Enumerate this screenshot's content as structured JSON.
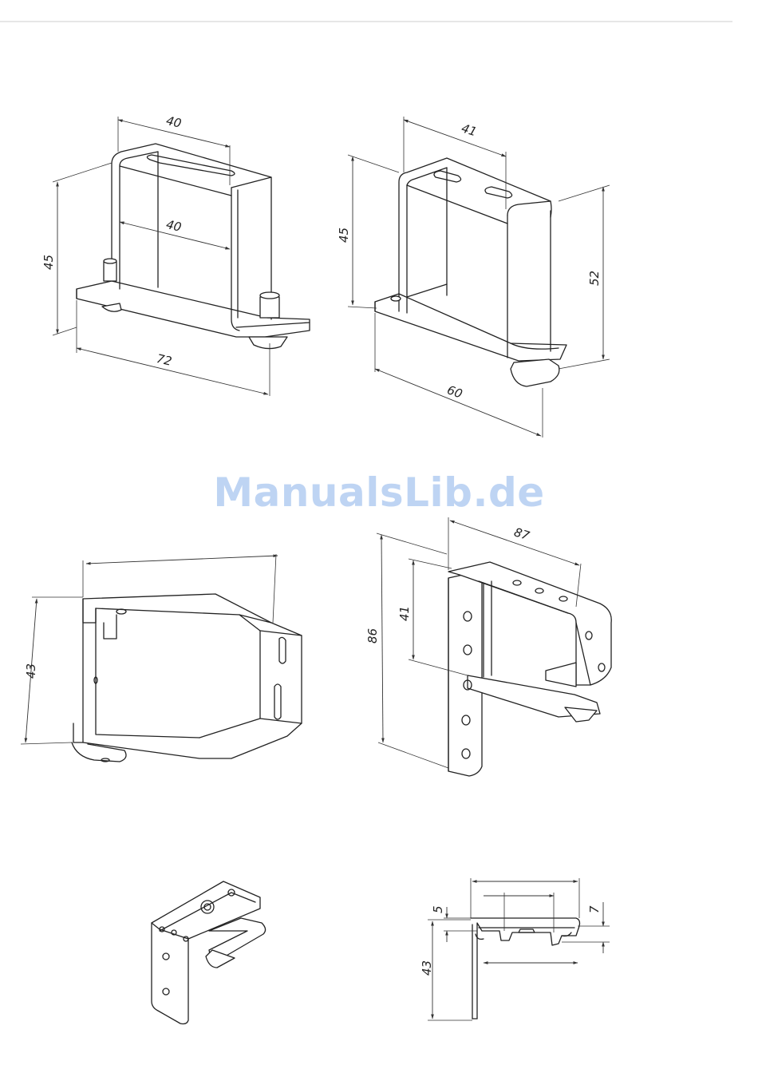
{
  "watermark": {
    "text": "ManualsLib.de"
  },
  "colors": {
    "line": "#222222",
    "watermark": "#a9c6ef",
    "rule": "#cccccc"
  },
  "figures": {
    "bracket_a": {
      "top_width": "40",
      "inner_width": "40",
      "height": "45",
      "base_length": "72"
    },
    "bracket_b": {
      "top_width": "41",
      "inner_height": "45",
      "total_height": "52",
      "base_length": "60"
    },
    "bracket_c": {
      "height": "43"
    },
    "bracket_d": {
      "top_length": "87",
      "inner_height": "41",
      "total_height": "86"
    },
    "bracket_e": {},
    "bracket_f": {
      "top_offset": "5",
      "side_offset": "7",
      "height": "43"
    }
  }
}
